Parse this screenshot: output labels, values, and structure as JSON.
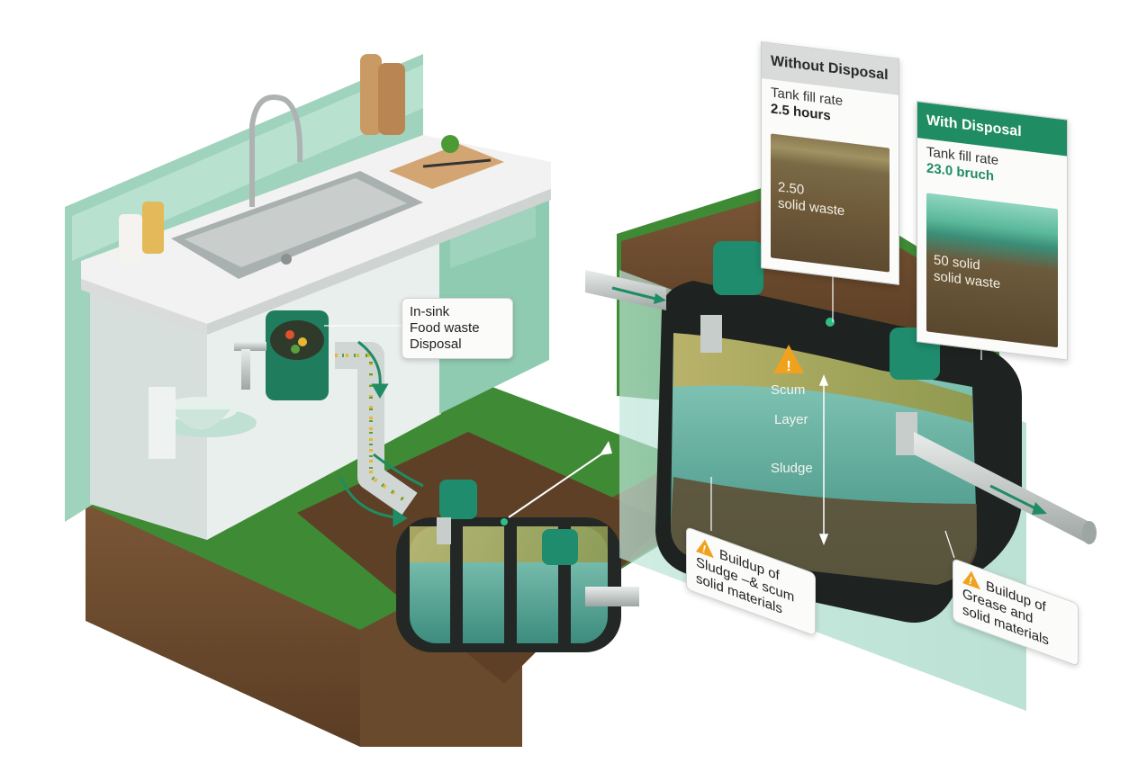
{
  "sink_label": {
    "line1": "In-sink",
    "line2": "Food waste",
    "line3": "Disposal"
  },
  "card_without": {
    "title": "Without Disposal",
    "rate_label": "Tank fill rate",
    "rate_value": "2.5 hours",
    "soil_line1": "2.50",
    "soil_line2": "solid waste"
  },
  "card_with": {
    "title": "With Disposal",
    "rate_label": "Tank fill rate",
    "rate_value": "23.0 bruch",
    "soil_line1": "50 solid",
    "soil_line2": "solid waste"
  },
  "tank_labels": {
    "scum": "Scum",
    "layer": "Layer",
    "sludge": "Sludge"
  },
  "warn_left": {
    "line1": "Buildup of",
    "line2": "Sludge –& scum",
    "line3": "solid materials"
  },
  "warn_right": {
    "line1": "Buildup of",
    "line2": "Grease  and",
    "line3": "solid materials"
  },
  "colors": {
    "accent": "#1f8c63",
    "cabinet": "#a9d6c3",
    "soil": "#6b4a2e",
    "grass": "#3f8a35",
    "warning": "#f0a21f"
  }
}
